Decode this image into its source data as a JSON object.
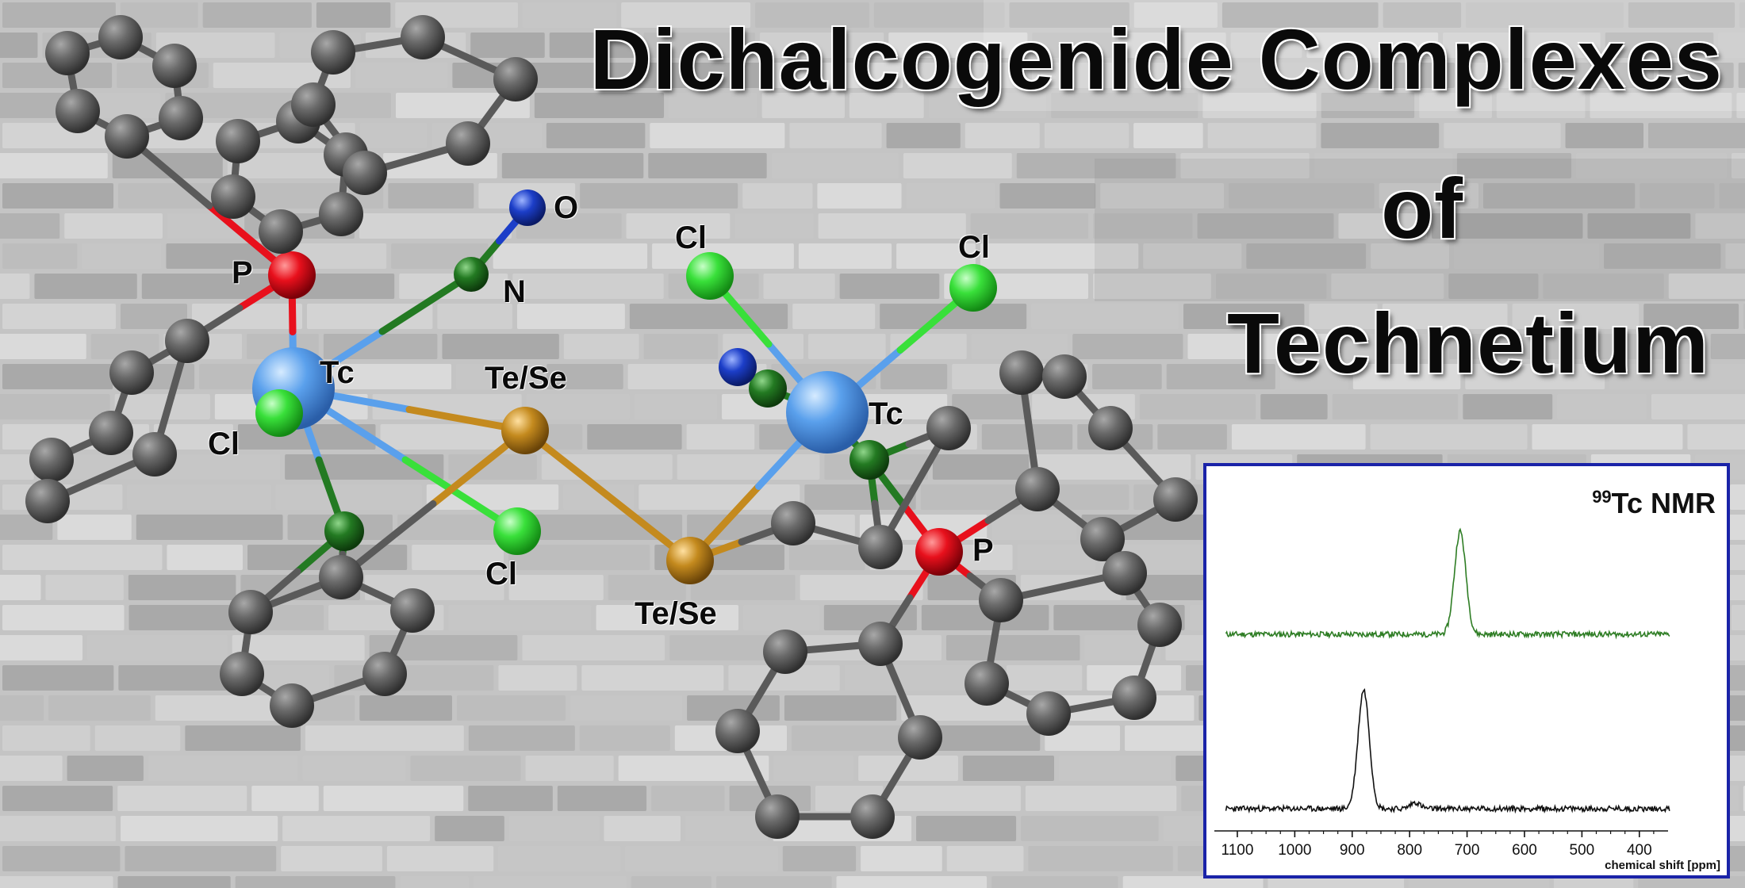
{
  "title": {
    "line1": "Dichalcogenide Complexes",
    "line2": "of",
    "line3": "Technetium"
  },
  "atom_labels": {
    "p_left": "P",
    "o": "O",
    "n": "N",
    "tc_left": "Tc",
    "te_se_top": "Te/Se",
    "cl_left": "Cl",
    "cl_left_bottom": "Cl",
    "te_se_bottom": "Te/Se",
    "cl_right_1": "Cl",
    "cl_right_2": "Cl",
    "tc_right": "Tc",
    "p_right": "P"
  },
  "colors": {
    "carbon": "#5a5a5a",
    "phosphorus": "#e8101c",
    "nitrogen": "#237a22",
    "oxygen": "#1c3ec8",
    "technetium": "#5aa0ec",
    "chlorine": "#39e03a",
    "chalcogen": "#c48a1e",
    "nmr_top": "#2e7d24",
    "nmr_bottom": "#111111",
    "panel_border": "#1a23a8"
  },
  "nmr": {
    "nucleus_mass": "99",
    "nucleus_label": "Tc NMR",
    "xlabel": "chemical shift [ppm]"
  },
  "chart_data": {
    "type": "line",
    "title": "99Tc NMR",
    "xlabel": "chemical shift [ppm]",
    "xlim": [
      1140,
      350
    ],
    "x_reversed": true,
    "xticks": [
      1100,
      1000,
      900,
      800,
      700,
      600,
      500,
      400
    ],
    "series": [
      {
        "peak_ppm": 712,
        "peak_width_ppm": 14,
        "relative_intensity": 1.0,
        "baseline": 0.0
      },
      {
        "peak_ppm": 880,
        "peak_width_ppm": 14,
        "relative_intensity": 1.0,
        "baseline": 0.0,
        "minor_bump_ppm": 790
      }
    ]
  }
}
